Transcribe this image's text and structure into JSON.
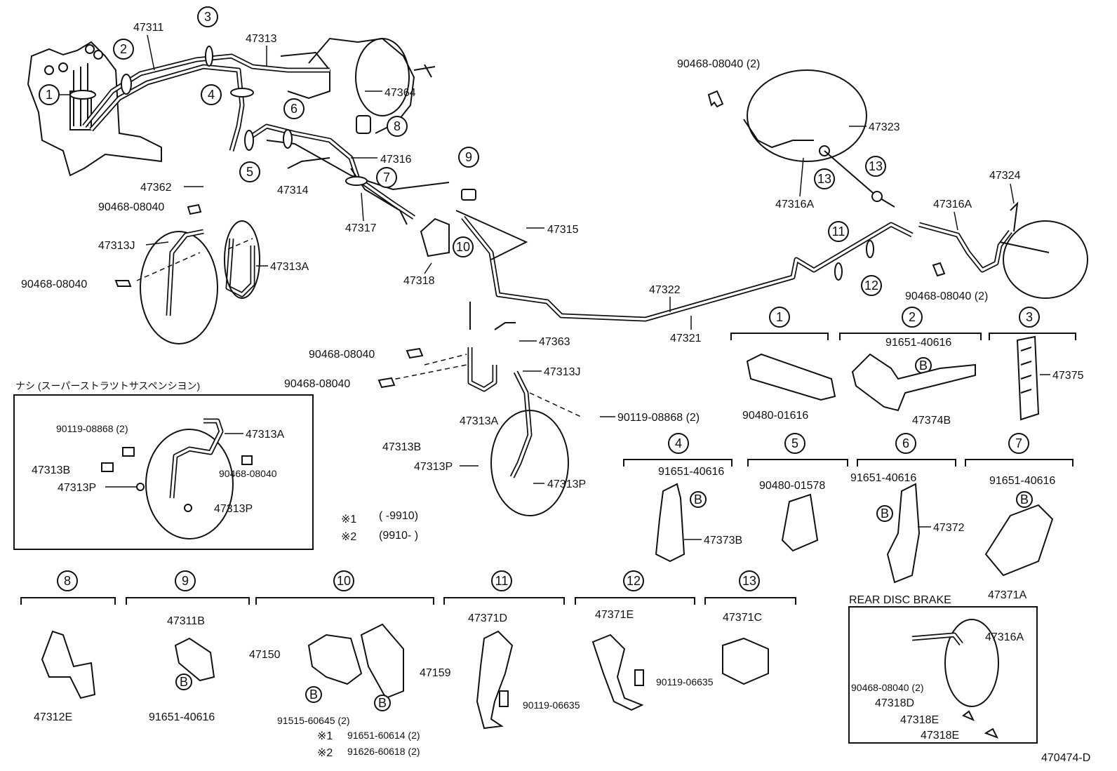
{
  "labels": {
    "p47311": "47311",
    "p47313": "47313",
    "p47364": "47364",
    "p47316": "47316",
    "p47362": "47362",
    "p47314": "47314",
    "p47313J_a": "47313J",
    "p47313A_a": "47313A",
    "p47317": "47317",
    "p47315": "47315",
    "p47318": "47318",
    "clip_a": "90468-08040",
    "clip_b": "90468-08040",
    "clip_c": "90468-08040",
    "clip_d": "90468-08040",
    "clip_e": "90468-08040 (2)",
    "clip_f": "90468-08040 (2)",
    "p47363": "47363",
    "p47313J_b": "47313J",
    "p47313A_b": "47313A",
    "bolt_a": "90119-08868 (2)",
    "p47313B_a": "47313B",
    "p47313P_a": "47313P",
    "p47313P_b": "47313P",
    "p47323": "47323",
    "p47316A_a": "47316A",
    "p47324": "47324",
    "p47316A_b": "47316A",
    "p47322": "47322",
    "p47321": "47321"
  },
  "inset": {
    "title": "ナシ (スーパーストラツトサスペンシヨン)",
    "bolt": "90119-08868 (2)",
    "hose": "47313A",
    "bolt_b": "47313B",
    "p1": "47313P",
    "p2": "47313P",
    "clip": "90468-08040"
  },
  "notes": {
    "n1_mark": "※1",
    "n1_text": "(      -9910)",
    "n2_mark": "※2",
    "n2_text": "(9910-      )"
  },
  "callouts": [
    "1",
    "2",
    "3",
    "4",
    "5",
    "6",
    "7",
    "8",
    "9",
    "10",
    "11",
    "12",
    "13"
  ],
  "details": {
    "d1": {
      "num": "1",
      "part": "90480-01616"
    },
    "d2": {
      "num": "2",
      "bolt": "91651-40616",
      "b": "B",
      "part": "47374B"
    },
    "d3": {
      "num": "3",
      "part": "47375"
    },
    "d4": {
      "num": "4",
      "bolt": "91651-40616",
      "b": "B",
      "part": "47373B"
    },
    "d5": {
      "num": "5",
      "part": "90480-01578"
    },
    "d6": {
      "num": "6",
      "bolt": "91651-40616",
      "b": "B",
      "part": "47372"
    },
    "d7": {
      "num": "7",
      "bolt": "91651-40616",
      "b": "B",
      "part": "47371A"
    },
    "d8": {
      "num": "8",
      "part": "47312E"
    },
    "d9": {
      "num": "9",
      "part": "47311B",
      "b": "B",
      "bolt": "91651-40616"
    },
    "d10": {
      "num": "10",
      "valve": "47150",
      "bracket": "47159",
      "b1": "B",
      "b2": "B",
      "bolt1": "91515-60645 (2)",
      "m1": "※1",
      "bolt2": "91651-60614 (2)",
      "m2": "※2",
      "bolt3": "91626-60618 (2)"
    },
    "d11": {
      "num": "11",
      "part": "47371D",
      "bolt": "90119-06635"
    },
    "d12": {
      "num": "12",
      "part": "47371E",
      "bolt": "90119-06635"
    },
    "d13": {
      "num": "13",
      "part": "47371C"
    }
  },
  "rear_disc": {
    "title": "REAR DISC BRAKE",
    "hose": "47316A",
    "clip": "90468-08040 (2)",
    "bolt": "47318D",
    "e1": "47318E",
    "e2": "47318E"
  },
  "diagram_id": "470474-D"
}
